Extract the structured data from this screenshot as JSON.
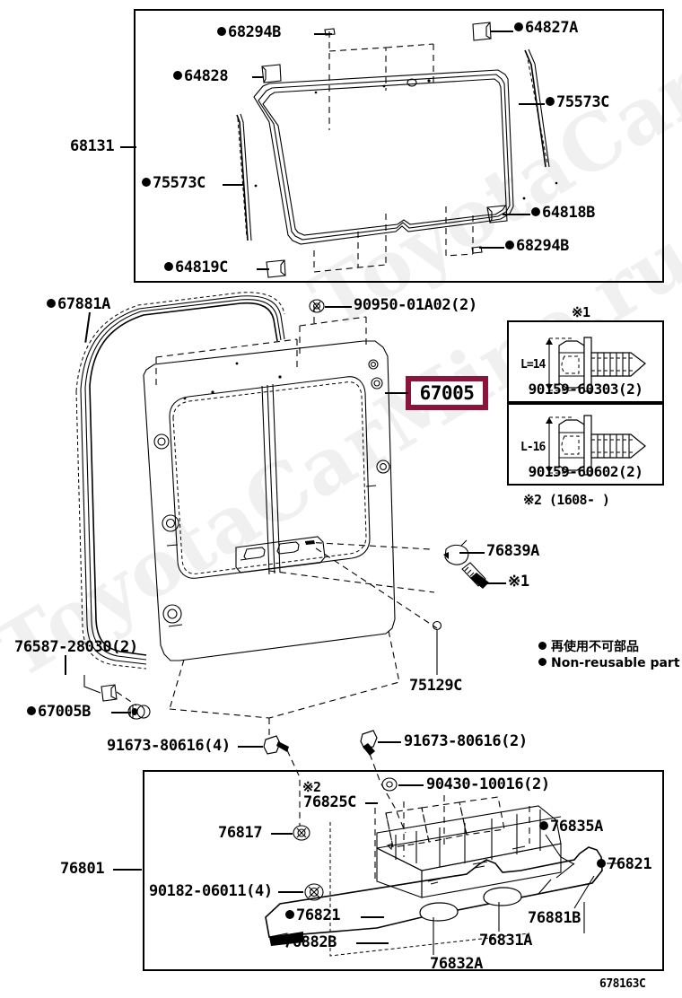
{
  "document": {
    "type": "toyota-parts-catalog-illustration",
    "corner_code": "678163C",
    "watermark": "ToyotaCarMine.ru"
  },
  "highlight": {
    "part_number": "67005",
    "color": "#8c1339"
  },
  "top_panel": {
    "group_label": "68131",
    "callouts": [
      {
        "id": "c-68294b-top",
        "text": "68294B",
        "nonreusable": true
      },
      {
        "id": "c-64827a",
        "text": "64827A",
        "nonreusable": true
      },
      {
        "id": "c-64828",
        "text": "64828",
        "nonreusable": true
      },
      {
        "id": "c-75573c-right",
        "text": "75573C",
        "nonreusable": true
      },
      {
        "id": "c-75573c-left",
        "text": "75573C",
        "nonreusable": true
      },
      {
        "id": "c-64818b",
        "text": "64818B",
        "nonreusable": true
      },
      {
        "id": "c-68294b-bot",
        "text": "68294B",
        "nonreusable": true
      },
      {
        "id": "c-64819c",
        "text": "64819C",
        "nonreusable": true
      }
    ]
  },
  "middle_panel": {
    "callouts": [
      {
        "id": "c-67881a",
        "text": "67881A",
        "nonreusable": true
      },
      {
        "id": "c-90950",
        "text": "90950-01A02(2)",
        "nonreusable": false
      },
      {
        "id": "c-76839a",
        "text": "76839A",
        "nonreusable": false
      },
      {
        "id": "c-ref1",
        "text": "※1",
        "nonreusable": false
      },
      {
        "id": "c-75129c",
        "text": "75129C",
        "nonreusable": false
      },
      {
        "id": "c-76587",
        "text": "76587-28030(2)",
        "nonreusable": false
      },
      {
        "id": "c-67005b",
        "text": "67005B",
        "nonreusable": true
      }
    ],
    "insets": {
      "header_ref": "※1",
      "footer_ref": "※2 (1608-     )",
      "items": [
        {
          "id": "inset-1",
          "length": "L=14",
          "part_number": "90159-60303(2)"
        },
        {
          "id": "inset-2",
          "length": "L-16",
          "part_number": "90159-60602(2)"
        }
      ]
    },
    "legend": {
      "japanese": "再使用不可部品",
      "english": "Non-reusable part"
    }
  },
  "bottom_panel": {
    "group_label": "76801",
    "callouts": [
      {
        "id": "c-91673-4",
        "text": "91673-80616(4)",
        "nonreusable": false
      },
      {
        "id": "c-91673-2",
        "text": "91673-80616(2)",
        "nonreusable": false
      },
      {
        "id": "c-90430",
        "text": "90430-10016(2)",
        "nonreusable": false
      },
      {
        "id": "c-ref2",
        "text": "※2",
        "nonreusable": false
      },
      {
        "id": "c-76825c",
        "text": "76825C",
        "nonreusable": false
      },
      {
        "id": "c-76817",
        "text": "76817",
        "nonreusable": false
      },
      {
        "id": "c-76835a",
        "text": "76835A",
        "nonreusable": true
      },
      {
        "id": "c-76821-r",
        "text": "76821",
        "nonreusable": true
      },
      {
        "id": "c-90182",
        "text": "90182-06011(4)",
        "nonreusable": false
      },
      {
        "id": "c-76821-l",
        "text": "76821",
        "nonreusable": true
      },
      {
        "id": "c-76881b",
        "text": "76881B",
        "nonreusable": false
      },
      {
        "id": "c-76882b",
        "text": "76882B",
        "nonreusable": false
      },
      {
        "id": "c-76831a",
        "text": "76831A",
        "nonreusable": false
      },
      {
        "id": "c-76832a",
        "text": "76832A",
        "nonreusable": false
      }
    ]
  }
}
